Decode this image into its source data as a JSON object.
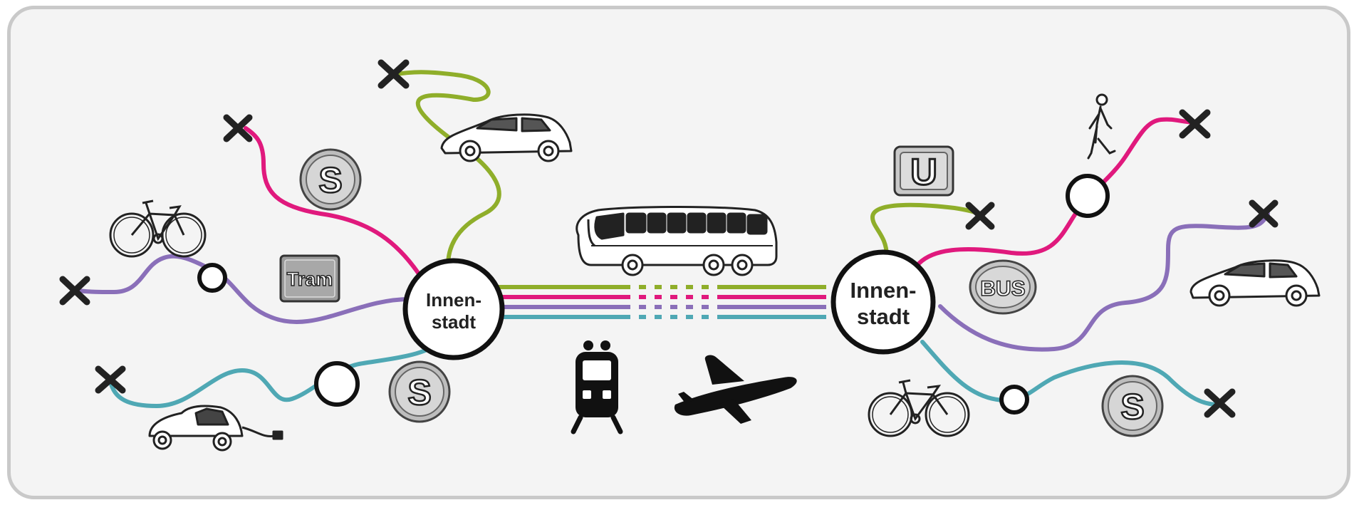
{
  "colors": {
    "green": "#8fae2a",
    "magenta": "#e0197d",
    "purple": "#8a6fb9",
    "teal": "#4fa8b4",
    "ink": "#222222",
    "badge_fill": "#d6d6d6"
  },
  "hubs": {
    "left": {
      "line1": "Innen-",
      "line2": "stadt"
    },
    "right": {
      "line1": "Innen-",
      "line2": "stadt"
    }
  },
  "badges": {
    "s_left_top": "S",
    "s_left_bottom": "S",
    "s_right": "S",
    "u": "U",
    "tram": "Tram",
    "bus": "BUS"
  },
  "icons": [
    "bicycle-icon",
    "car-icon",
    "electric-car-icon",
    "bus-icon",
    "train-icon",
    "airplane-icon",
    "pedestrian-icon",
    "destination-x-icon"
  ]
}
